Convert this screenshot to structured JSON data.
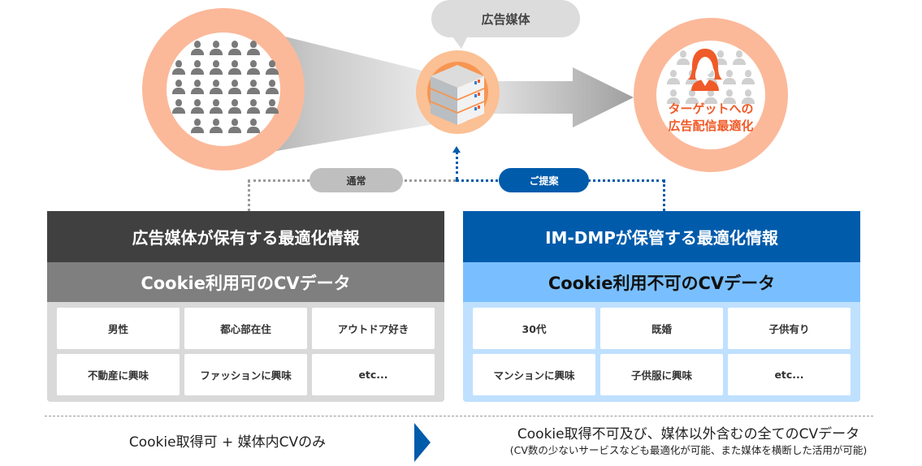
{
  "colors": {
    "ring": "#fbb99a",
    "server_ring": "#f9a66c",
    "target_accent": "#f05a28",
    "dark_header": "#404040",
    "mid_header": "#7f7f7f",
    "grid_gray": "#d9d9d9",
    "blue_header": "#005bab",
    "light_blue_header": "#79bfff",
    "grid_blue": "#bfe0ff",
    "pill_gray": "#bfbfbf",
    "person_gray": "#7a7a7a",
    "person_light": "#d0d0d0"
  },
  "top": {
    "media_bubble": "広告媒体",
    "target_label_line1": "ターゲットへの",
    "target_label_line2": "広告配信最適化",
    "left_crowd_rows": [
      4,
      6,
      6,
      6,
      4
    ],
    "right_crowd_rows": [
      4,
      5,
      5
    ]
  },
  "connectors": {
    "normal_label": "通常",
    "proposal_label": "ご提案"
  },
  "left_panel": {
    "title": "広告媒体が保有する最適化情報",
    "subtitle": "Cookie利用可のCVデータ",
    "items": [
      "男性",
      "都心部在住",
      "アウトドア好き",
      "不動産に興味",
      "ファッションに興味",
      "etc..."
    ]
  },
  "right_panel": {
    "title": "IM-DMPが保管する最適化情報",
    "subtitle": "Cookie利用不可のCVデータ",
    "items": [
      "30代",
      "既婚",
      "子供有り",
      "マンションに興味",
      "子供服に興味",
      "etc..."
    ]
  },
  "bottom": {
    "left_text": "Cookie取得可 + 媒体内CVのみ",
    "right_text": "Cookie取得不可及び、媒体以外含むの全てのCVデータ",
    "right_note": "(CV数の少ないサービスなども最適化が可能、また媒体を横断した活用が可能)"
  }
}
